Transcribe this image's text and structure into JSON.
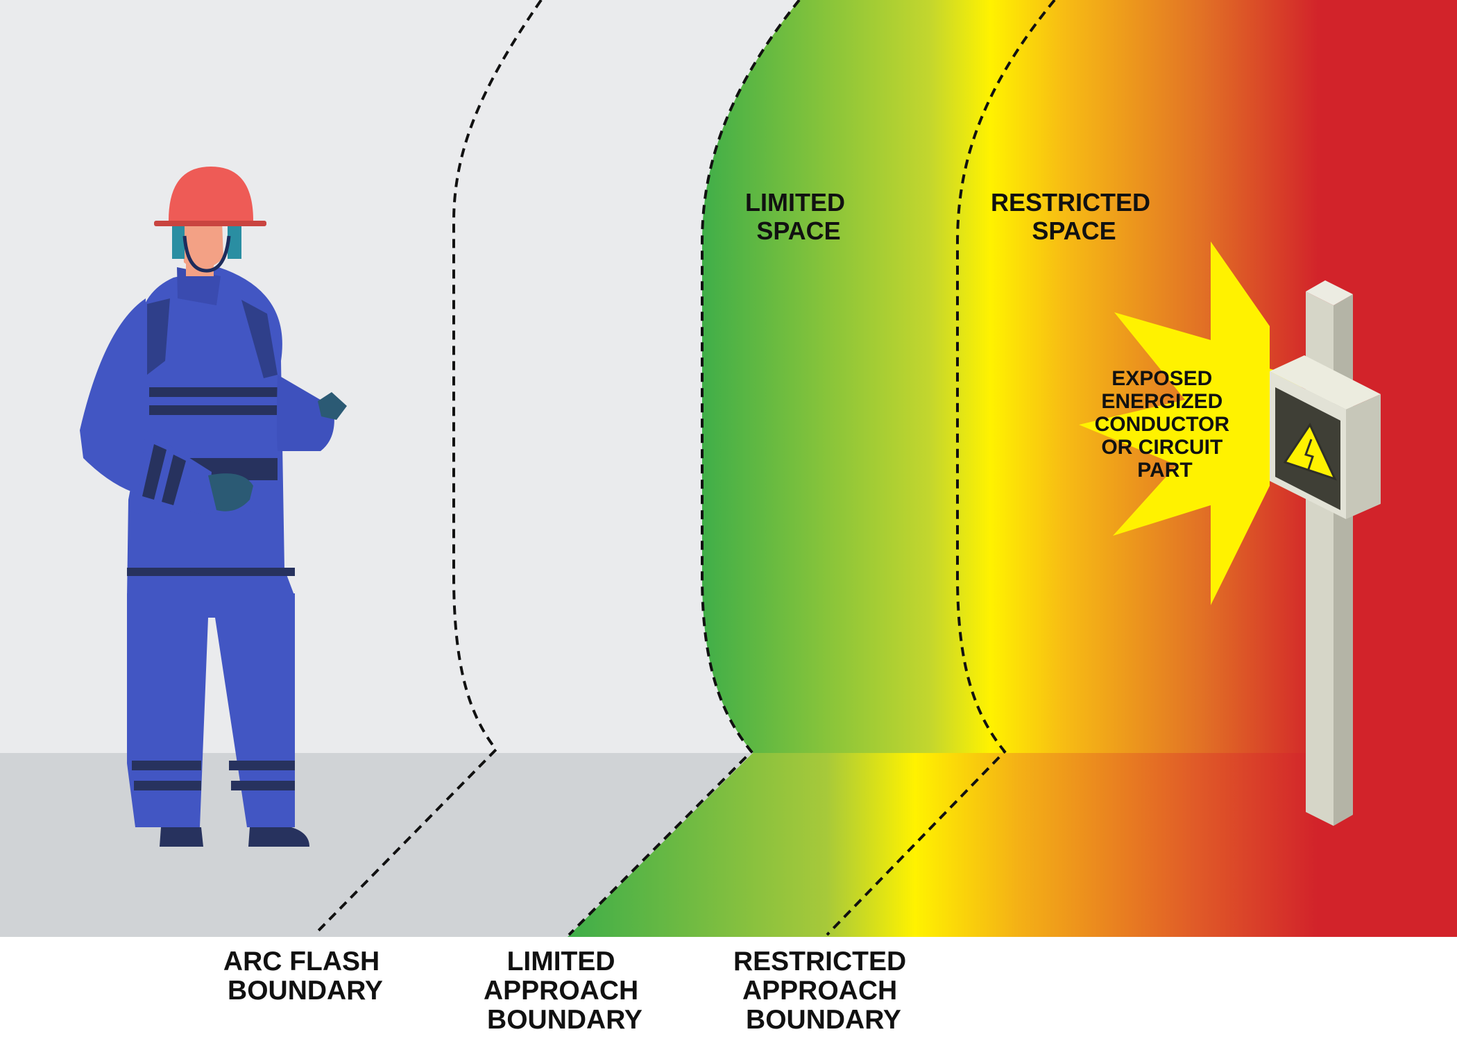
{
  "zones": {
    "limited_space": [
      "LIMITED",
      "SPACE"
    ],
    "restricted_space": [
      "RESTRICTED",
      "SPACE"
    ]
  },
  "hazard": {
    "label": [
      "EXPOSED",
      "ENERGIZED",
      "CONDUCTOR",
      "OR CIRCUIT",
      "PART"
    ],
    "icon": "electrical-hazard-icon"
  },
  "boundaries": {
    "arc_flash": [
      "ARC FLASH",
      "BOUNDARY"
    ],
    "limited_approach": [
      "LIMITED",
      "APPROACH",
      "BOUNDARY"
    ],
    "restricted_approach": [
      "RESTRICTED",
      "APPROACH",
      "BOUNDARY"
    ]
  },
  "colors": {
    "background": "#eaebed",
    "floor": "#d0d3d6",
    "green": "#3fae49",
    "yellow": "#fff200",
    "orange": "#e27325",
    "red": "#d2232a",
    "suit": "#4256c3",
    "helmet": "#ee5b56"
  }
}
